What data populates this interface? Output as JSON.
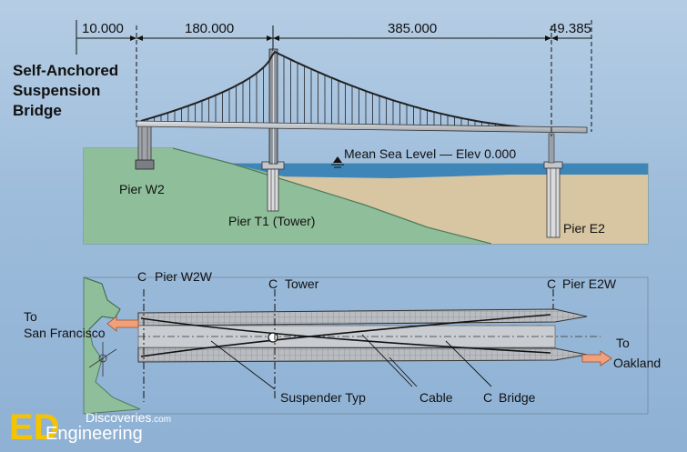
{
  "dimensions": [
    "10.000",
    "180.000",
    "385.000",
    "49.385"
  ],
  "title_lines": [
    "Self-Anchored",
    "Suspension",
    "Bridge"
  ],
  "sea_level": "Mean Sea Level — Elev 0.000",
  "piers": {
    "w2": "Pier W2",
    "t1": "Pier T1 (Tower)",
    "e2": "Pier E2"
  },
  "plan": {
    "pier_w2w": "Pier W2W",
    "tower": "Tower",
    "pier_e2w": "Pier E2W",
    "centerline_symbol": "C",
    "to_sf_1": "To",
    "to_sf_2": "San Francisco",
    "to_oak_1": "To",
    "to_oak_2": "Oakland",
    "suspender": "Suspender Typ",
    "cable": "Cable",
    "bridge": "Bridge"
  },
  "brand": {
    "line1": "Discoveries",
    "line1_suffix": ".com",
    "line2": "Engineering"
  },
  "colors": {
    "ground_green": "#8fbf9a",
    "sand": "#d8c6a2",
    "water": "#3f86b8",
    "deck": "#c9ccd0",
    "cable": "#222222",
    "arrow": "#f0a07a",
    "brand_yellow": "#f5c400"
  }
}
